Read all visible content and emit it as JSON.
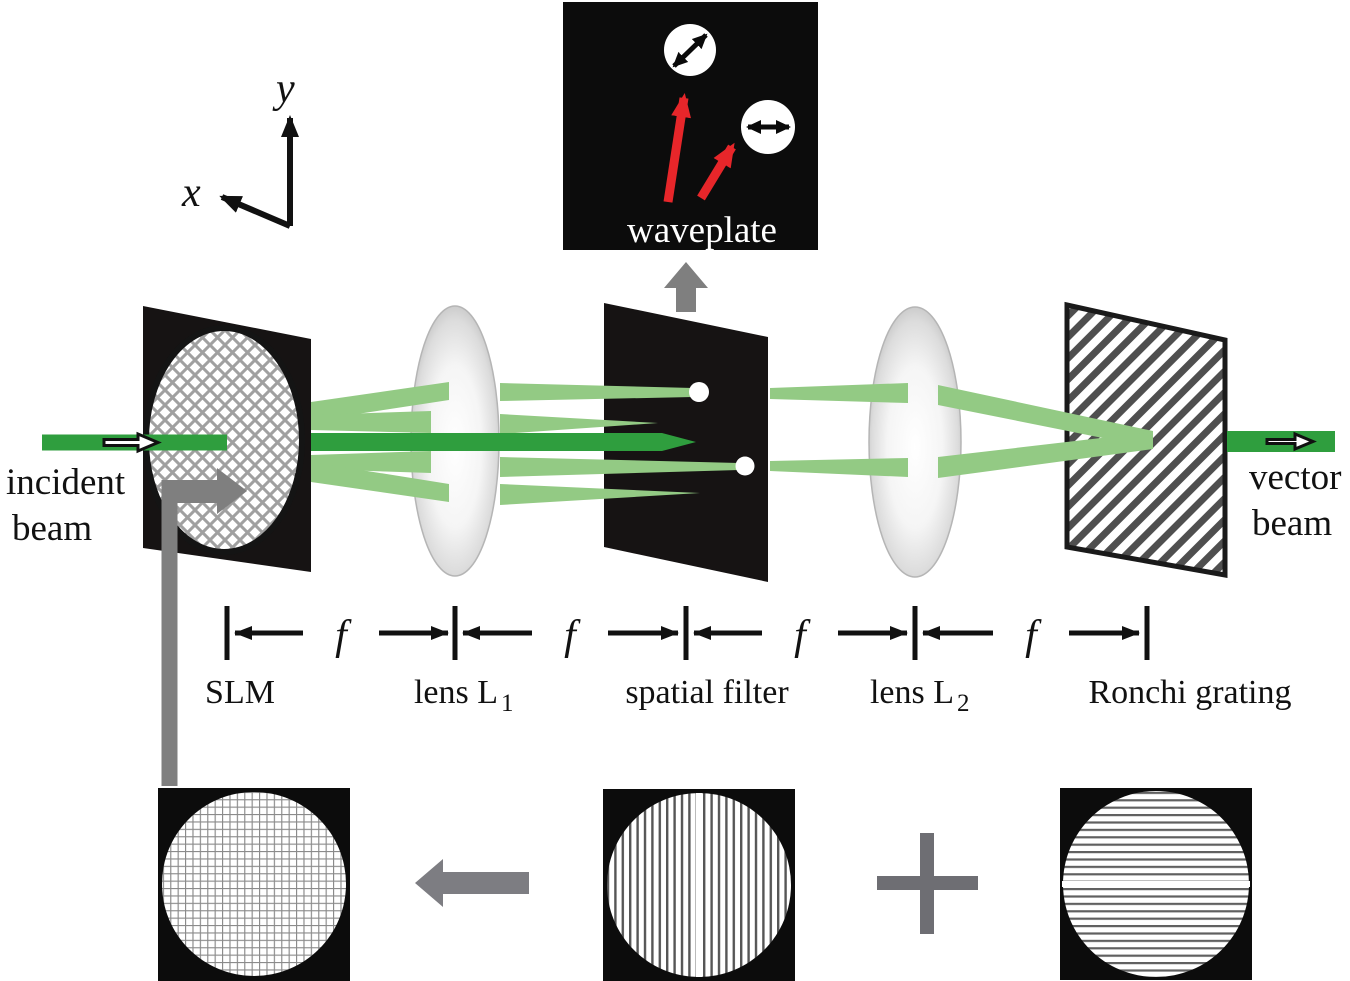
{
  "figure": {
    "type": "optical-setup-diagram",
    "axes": {
      "x_label": "x",
      "y_label": "y"
    },
    "waveplate": {
      "label": "waveplate"
    },
    "io_labels": {
      "incident_line1": "incident",
      "incident_line2": "beam",
      "vector_line1": "vector",
      "vector_line2": "beam"
    },
    "components": {
      "slm": "SLM",
      "lens1_main": "lens L",
      "lens1_sub": "1",
      "spatial_filter": "spatial filter",
      "lens2_main": "lens L",
      "lens2_sub": "2",
      "ronchi_grating": "Ronchi grating"
    },
    "focal_lengths": {
      "f1": "f",
      "f2": "f",
      "f3": "f",
      "f4": "f"
    },
    "icons": {
      "up_arrow": "waveplate-insertion-arrow",
      "l_shaped_arrow": "slm-pattern-load-arrow",
      "left_arrow": "pattern-combination-arrow",
      "plus": "plus-sign",
      "hollow_right_arrow": "propagation-arrow",
      "double_headed_arrow": "polarization-direction",
      "red_arrow": "order-pointer"
    },
    "colors": {
      "beam_dark_green": "#2f9e3e",
      "beam_light_green": "#93ca84",
      "arrow_gray": "#7f7f7f",
      "plus_gray": "#6e6e73",
      "red_arrow": "#e7262a",
      "panel_black": "#161313",
      "ronchi_hatch_gray": "#4f4f4f"
    }
  }
}
